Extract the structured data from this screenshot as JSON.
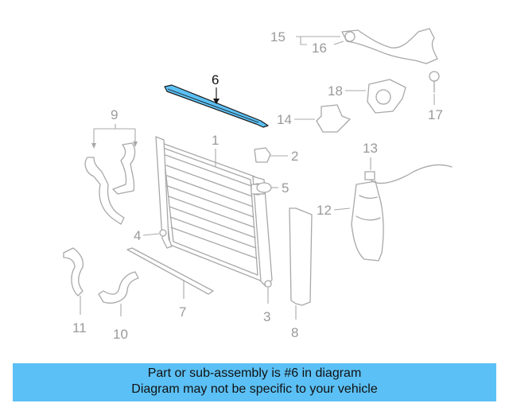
{
  "diagram": {
    "callouts": {
      "c1": "1",
      "c2": "2",
      "c3": "3",
      "c4": "4",
      "c5": "5",
      "c6": "6",
      "c7": "7",
      "c8": "8",
      "c9": "9",
      "c10": "10",
      "c11": "11",
      "c12": "12",
      "c13": "13",
      "c14": "14",
      "c15": "15",
      "c16": "16",
      "c17": "17",
      "c18": "18"
    },
    "highlight_color": "#5bc0f5",
    "highlighted_part": "6"
  },
  "banner": {
    "line1": "Part or sub-assembly is #6 in diagram",
    "line2": "Diagram may not be specific to your vehicle",
    "color": "#5bc0f5"
  }
}
